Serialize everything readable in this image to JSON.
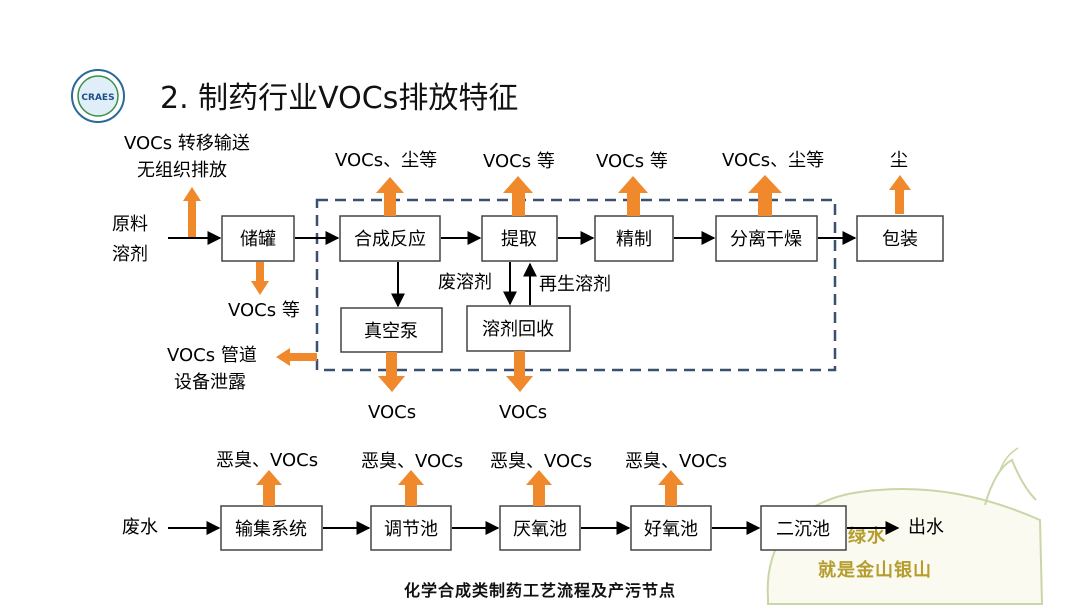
{
  "slide_title": "2. 制药行业VOCs排放特征",
  "logo_text": "CRAES",
  "upper": {
    "inputs": [
      "原料",
      "溶剂"
    ],
    "transfer_note": [
      "VOCs 转移输送",
      "无组织排放"
    ],
    "leak_note": [
      "VOCs 管道",
      "设备泄露"
    ],
    "boxes": {
      "storage": "储罐",
      "synthesis": "合成反应",
      "extraction": "提取",
      "refining": "精制",
      "separation": "分离干燥",
      "packaging": "包装",
      "vacuum_pump": "真空泵",
      "solvent_recovery": "溶剂回收"
    },
    "emissions": {
      "synthesis": "VOCs、尘等",
      "extraction": "VOCs 等",
      "refining": "VOCs 等",
      "separation": "VOCs、尘等",
      "packaging": "尘",
      "storage": "VOCs 等",
      "vacuum_pump": "VOCs",
      "solvent_recovery": "VOCs"
    },
    "waste_solvent": "废溶剂",
    "regenerated_solvent": "再生溶剂"
  },
  "lower": {
    "input": "废水",
    "output": "出水",
    "boxes": [
      "输集系统",
      "调节池",
      "厌氧池",
      "好氧池",
      "二沉池"
    ],
    "emissions": [
      "恶臭、VOCs",
      "恶臭、VOCs",
      "恶臭、VOCs",
      "恶臭、VOCs"
    ]
  },
  "caption": "化学合成类制药工艺流程及产污节点",
  "watermark": {
    "line1": "绿水",
    "line2": "就是金山银山"
  },
  "colors": {
    "arrow_orange": "#f0882c",
    "dashed_border": "#3a5070",
    "watermark_gold": "#b59d2e"
  }
}
